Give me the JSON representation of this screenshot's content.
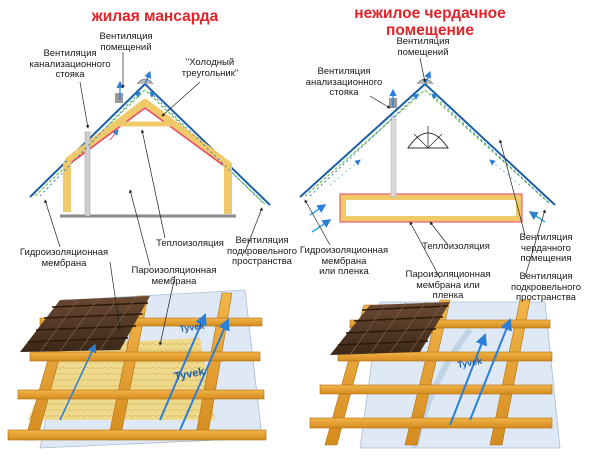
{
  "left": {
    "title": "жилая мансарда",
    "labels": {
      "vent_rooms": "Вентиляция\nпомещений",
      "vent_sewer": "Вентиляция\nканализационного\nстояка",
      "cold_triangle": "\"Холодный\nтреугольник\"",
      "waterproof": "Гидроизоляционная\nмембрана",
      "insulation": "Теплоизоляция",
      "vapor": "Пароизоляционная\nмембрана",
      "vent_underroof": "Вентиляция\nподкровельного\nпространства"
    },
    "brand": "Tyvek"
  },
  "right": {
    "title": "нежилое чердачное\nпомещение",
    "labels": {
      "vent_rooms": "Вентиляция\nпомещений",
      "vent_sewer": "Вентиляция\nанализационного\nстояка",
      "insulation": "Теплоизоляция",
      "vent_attic": "Вентиляция\nчердачного\nпомещения",
      "waterproof": "Гидроизоляционная\nмембрана\nили пленка",
      "vapor": "Пароизоляционная\nмембрана или\nпленка",
      "vent_underroof": "Вентиляция\nподкровельного\nпространства"
    },
    "brand": "Tyvek"
  }
}
